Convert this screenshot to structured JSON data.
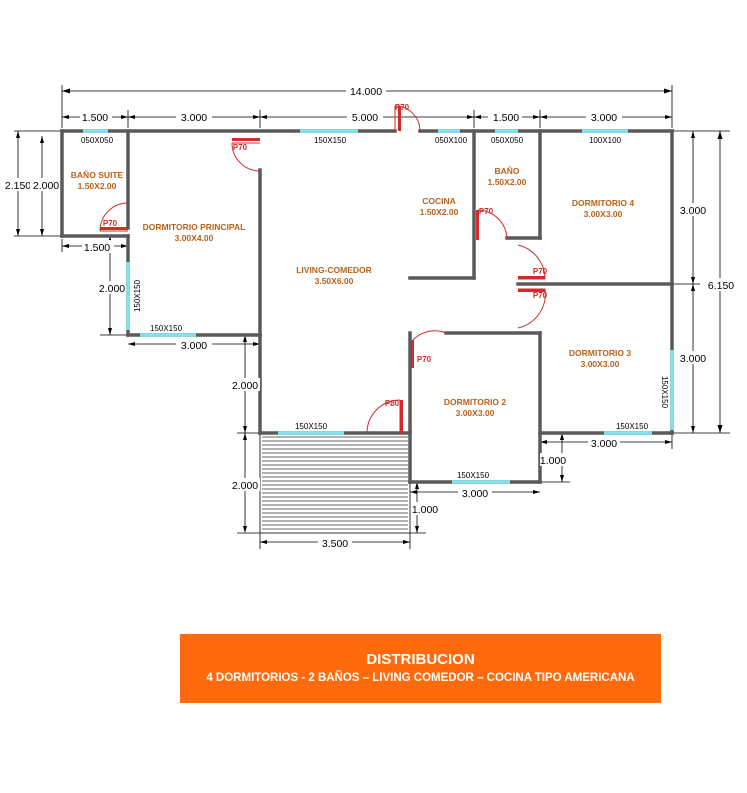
{
  "dimensions": {
    "overall_width": "14.000",
    "top": [
      "1.500",
      "3.000",
      "5.000",
      "1.500",
      "3.000"
    ],
    "left_bath": [
      "2.150",
      "2.000",
      "1.500"
    ],
    "left_lower": [
      "2.000",
      "3.000"
    ],
    "right": [
      "3.000",
      "6.150",
      "3.000",
      "3.000"
    ],
    "center_left": [
      "2.000",
      "2.000"
    ],
    "bottom": [
      "3.500",
      "1.000",
      "3.000",
      "1.000"
    ]
  },
  "windows": {
    "w_050_1": "050X050",
    "w_150_top": "150X150",
    "w_050_100": "050X100",
    "w_050_2": "050X050",
    "w_100": "100X100",
    "w_150_left": "150X150",
    "w_150_ldorm": "150X150",
    "w_150_terrace": "150X150",
    "w_150_d2": "150X150",
    "w_150_d3": "150X150",
    "w_150_right": "150X150"
  },
  "rooms": {
    "bano_suite": {
      "name": "BAÑO SUITE",
      "size": "1.50X2.00"
    },
    "dormitorio_principal": {
      "name": "DORMITORIO PRINCIPAL",
      "size": "3.00X4.00"
    },
    "living": {
      "name": "LIVING-COMEDOR",
      "size": "3.50X6.00"
    },
    "cocina": {
      "name": "COCINA",
      "size": "1.50X2.00"
    },
    "bano": {
      "name": "BAÑO",
      "size": "1.50X2.00"
    },
    "dormitorio_4": {
      "name": "DORMITORIO 4",
      "size": "3.00X3.00"
    },
    "dormitorio_2": {
      "name": "DORMITORIO 2",
      "size": "3.00X3.00"
    },
    "dormitorio_3": {
      "name": "DORMITORIO 3",
      "size": "3.00X3.00"
    }
  },
  "doors": {
    "d_entry_kitchen": "P70",
    "d_master": "P70",
    "d_suite": "P70",
    "d_bano": "P70",
    "d_d4": "P70",
    "d_d3": "P70",
    "d_d2": "P70",
    "d_main": "P80"
  },
  "banner": {
    "title": "DISTRIBUCION",
    "subtitle": "4 DORMITORIOS  - 2 BAÑOS  – LIVING COMEDOR – COCINA TIPO AMERICANA"
  },
  "colors": {
    "wall": "#555555",
    "window": "#7fe3ef",
    "door": "#d42a2a",
    "room_label": "#b8621a",
    "banner": "#ff6a0c"
  }
}
